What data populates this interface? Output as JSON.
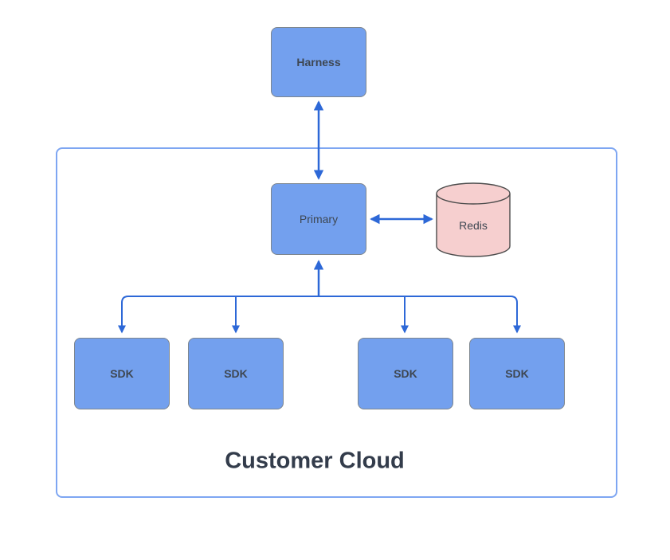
{
  "diagram": {
    "container_label": "Customer Cloud",
    "nodes": {
      "harness": "Harness",
      "primary": "Primary",
      "redis": "Redis",
      "sdk": [
        "SDK",
        "SDK",
        "SDK",
        "SDK"
      ]
    },
    "edges": [
      {
        "from": "Harness",
        "to": "Primary",
        "direction": "bidirectional"
      },
      {
        "from": "Primary",
        "to": "Redis",
        "direction": "bidirectional"
      },
      {
        "from": "SDK x4",
        "to": "Primary",
        "direction": "fan-in",
        "count": 4
      }
    ],
    "colors": {
      "node_fill": "#73a0ee",
      "node_stroke": "#7d868f",
      "redis_fill": "#f6cfcf",
      "redis_stroke": "#4c4c4c",
      "arrow": "#2d68d7",
      "container_stroke": "#7ea6f2",
      "label_color": "#3e4752",
      "title_color": "#333c4b"
    }
  }
}
